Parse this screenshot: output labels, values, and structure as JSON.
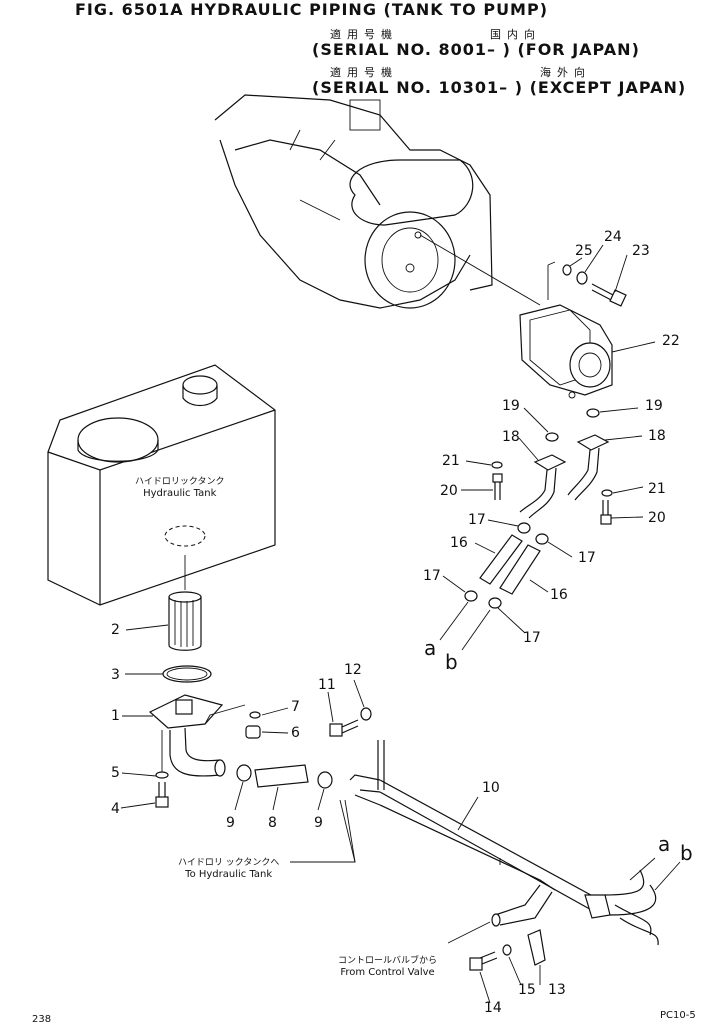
{
  "header": {
    "title": "FIG. 6501A HYDRAULIC PIPING (TANK TO PUMP)",
    "jp_serial_label_1": "適用号機",
    "jp_market_1": "国内向",
    "serial_line_1": "(SERIAL NO. 8001– ) (FOR JAPAN)",
    "jp_serial_label_2": "適用号機",
    "jp_market_2": "海外向",
    "serial_line_2": "(SERIAL NO. 10301– ) (EXCEPT JAPAN)"
  },
  "notes": {
    "tank_jp": "ハイドロリックタンク",
    "tank_en": "Hydraulic Tank",
    "to_tank_jp": "ハイドロリ ックタンクへ",
    "to_tank_en": "To Hydraulic Tank",
    "from_valve_jp": "コントロールバルブから",
    "from_valve_en": "From Control Valve"
  },
  "connectors": {
    "a": "a",
    "b": "b"
  },
  "callouts": [
    {
      "id": "c25",
      "text": "25"
    },
    {
      "id": "c24",
      "text": "24"
    },
    {
      "id": "c23",
      "text": "23"
    },
    {
      "id": "c22",
      "text": "22"
    },
    {
      "id": "c19a",
      "text": "19"
    },
    {
      "id": "c19b",
      "text": "19"
    },
    {
      "id": "c18a",
      "text": "18"
    },
    {
      "id": "c18b",
      "text": "18"
    },
    {
      "id": "c21a",
      "text": "21"
    },
    {
      "id": "c21b",
      "text": "21"
    },
    {
      "id": "c20a",
      "text": "20"
    },
    {
      "id": "c20b",
      "text": "20"
    },
    {
      "id": "c17a",
      "text": "17"
    },
    {
      "id": "c17b",
      "text": "17"
    },
    {
      "id": "c17c",
      "text": "17"
    },
    {
      "id": "c17d",
      "text": "17"
    },
    {
      "id": "c16a",
      "text": "16"
    },
    {
      "id": "c16b",
      "text": "16"
    },
    {
      "id": "c2",
      "text": "2"
    },
    {
      "id": "c3",
      "text": "3"
    },
    {
      "id": "c1",
      "text": "1"
    },
    {
      "id": "c7",
      "text": "7"
    },
    {
      "id": "c6",
      "text": "6"
    },
    {
      "id": "c5",
      "text": "5"
    },
    {
      "id": "c4",
      "text": "4"
    },
    {
      "id": "c9a",
      "text": "9"
    },
    {
      "id": "c8",
      "text": "8"
    },
    {
      "id": "c9b",
      "text": "9"
    },
    {
      "id": "c11",
      "text": "11"
    },
    {
      "id": "c12",
      "text": "12"
    },
    {
      "id": "c10",
      "text": "10"
    },
    {
      "id": "c13",
      "text": "13"
    },
    {
      "id": "c14",
      "text": "14"
    },
    {
      "id": "c15",
      "text": "15"
    }
  ],
  "footer": {
    "page": "238",
    "code": "PC10-5"
  }
}
